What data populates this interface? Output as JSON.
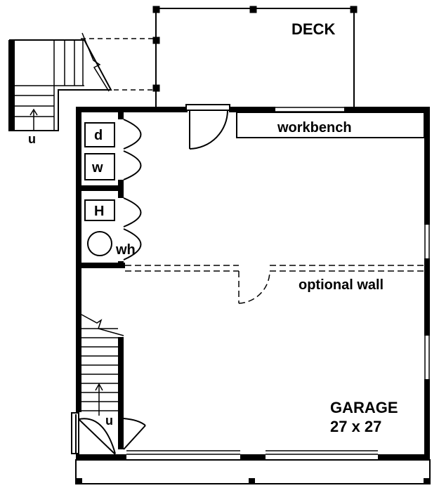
{
  "labels": {
    "deck": "DECK",
    "workbench": "workbench",
    "dryer": "d",
    "washer": "w",
    "heater": "H",
    "water_heater": "wh",
    "optional_wall": "optional wall",
    "garage_title": "GARAGE",
    "garage_size": "27 x 27",
    "stair_up_exterior": "u",
    "stair_up_interior": "u"
  },
  "colors": {
    "line": "#000000",
    "background": "#ffffff"
  }
}
